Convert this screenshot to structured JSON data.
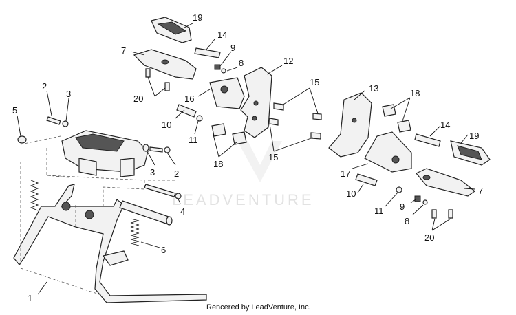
{
  "diagram": {
    "callouts": [
      "19",
      "14",
      "7",
      "9",
      "8",
      "12",
      "2",
      "3",
      "20",
      "16",
      "15",
      "13",
      "18",
      "5",
      "10",
      "11",
      "3",
      "2",
      "18",
      "15",
      "14",
      "19",
      "4",
      "17",
      "10",
      "11",
      "9",
      "7",
      "6",
      "8",
      "20",
      "1"
    ],
    "watermark": "LEADVENTURE",
    "credit": "Rencered by LeadVenture, Inc."
  }
}
